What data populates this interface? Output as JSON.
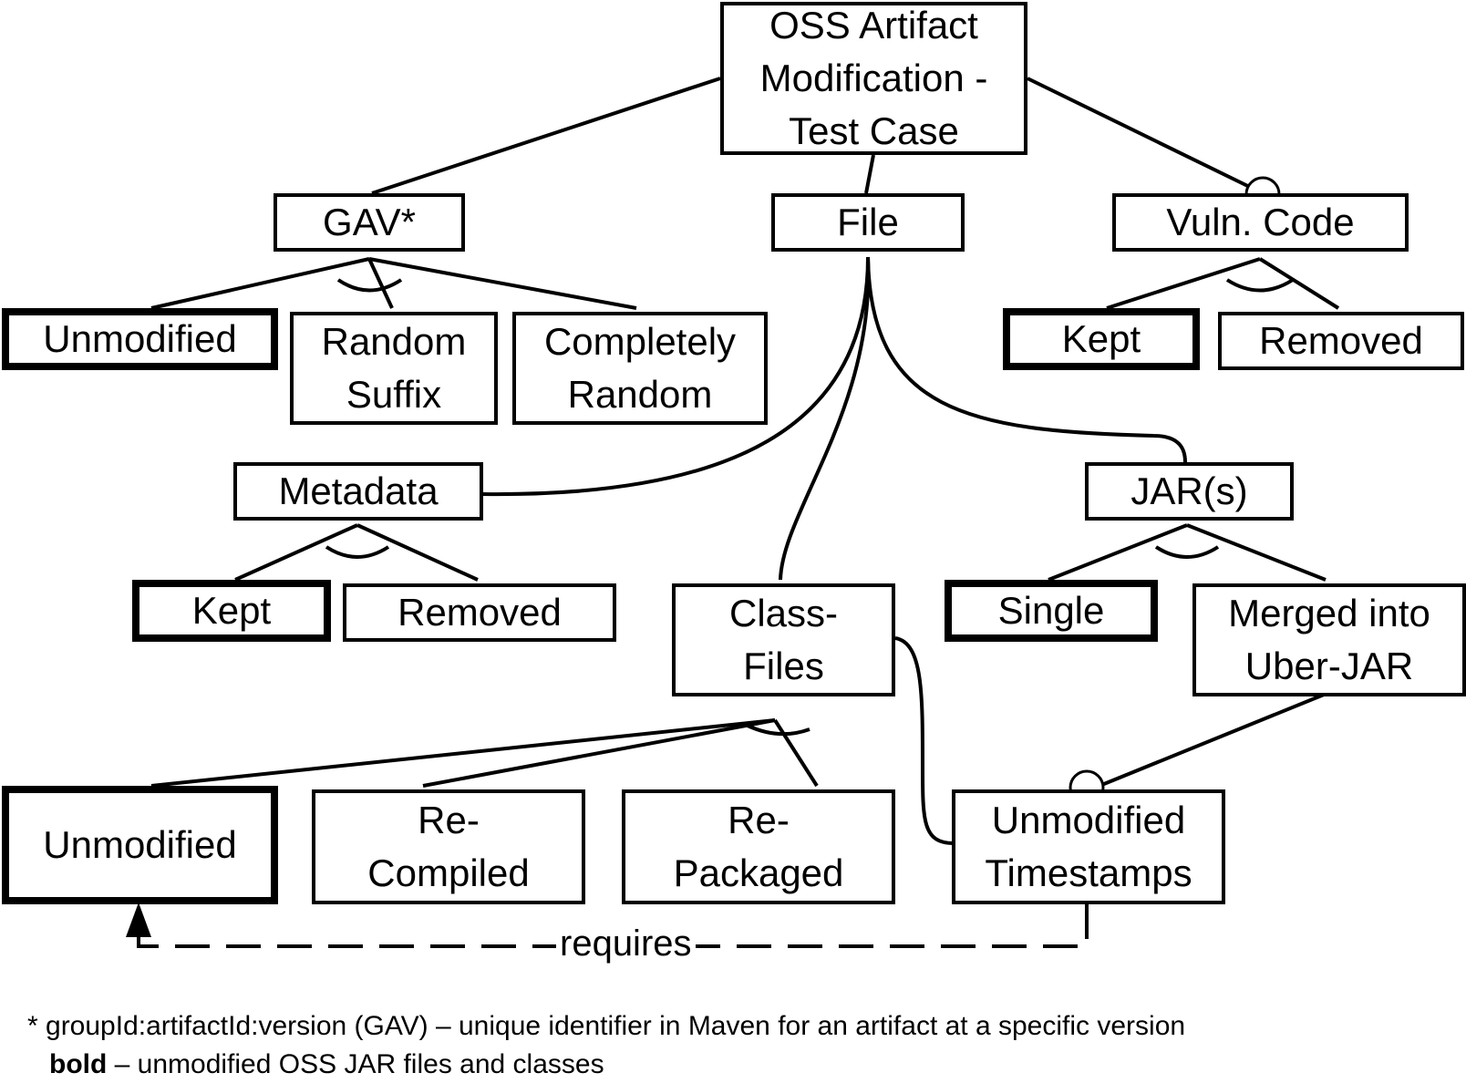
{
  "nodes": {
    "root": "OSS Artifact\nModification -\nTest Case",
    "gav": "GAV*",
    "file": "File",
    "vuln_code": "Vuln. Code",
    "gav_unmodified": "Unmodified",
    "gav_random_suffix": "Random\nSuffix",
    "gav_completely_random": "Completely\nRandom",
    "vuln_kept": "Kept",
    "vuln_removed": "Removed",
    "metadata": "Metadata",
    "jars": "JAR(s)",
    "meta_kept": "Kept",
    "meta_removed": "Removed",
    "class_files": "Class-\nFiles",
    "jar_single": "Single",
    "jar_merged": "Merged into\nUber-JAR",
    "cf_unmodified": "Unmodified",
    "cf_recompiled": "Re-\nCompiled",
    "cf_repackaged": "Re-\nPackaged",
    "unmodified_timestamps": "Unmodified\nTimestamps"
  },
  "constraint_label": "requires",
  "footnote": {
    "gav_note": "* groupId:artifactId:version (GAV) – unique identifier in Maven for an artifact at a specific version",
    "bold_word": "bold",
    "bold_note": " – unmodified OSS JAR files and classes"
  }
}
